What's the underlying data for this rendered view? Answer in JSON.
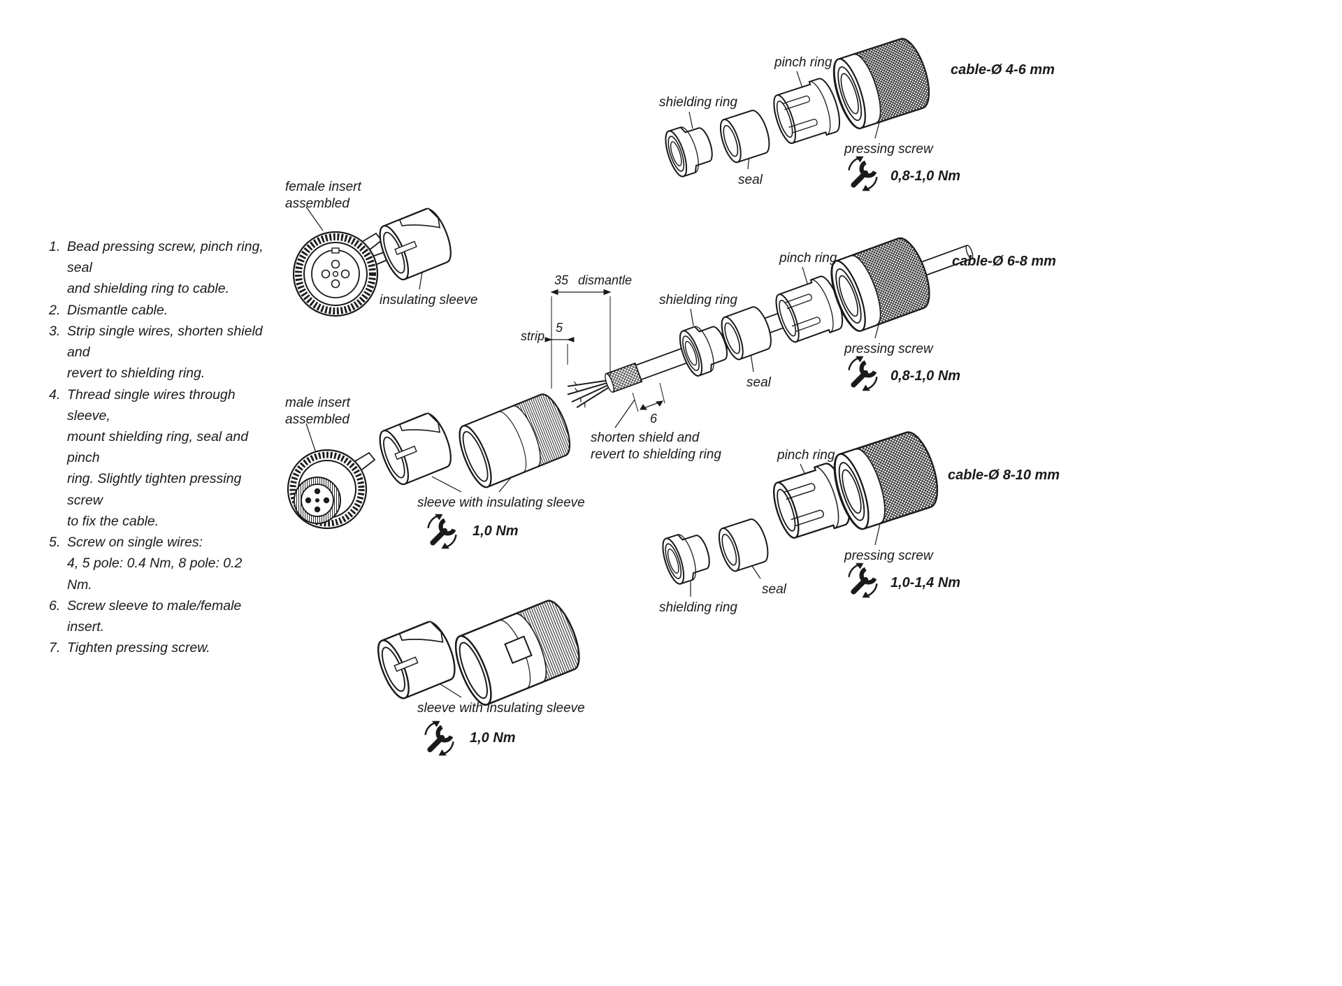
{
  "instructions": [
    {
      "num": "1.",
      "text": "Bead pressing screw, pinch ring, seal\nand shielding ring to cable."
    },
    {
      "num": "2.",
      "text": "Dismantle cable."
    },
    {
      "num": "3.",
      "text": "Strip single wires, shorten shield and\nrevert to shielding ring."
    },
    {
      "num": "4.",
      "text": "Thread single wires through sleeve,\nmount shielding ring, seal and pinch\nring. Slightly tighten pressing screw\nto fix the cable."
    },
    {
      "num": "5.",
      "text": "Screw on single wires:\n4, 5 pole: 0.4 Nm, 8 pole: 0.2 Nm."
    },
    {
      "num": "6.",
      "text": "Screw sleeve to male/female insert."
    },
    {
      "num": "7.",
      "text": "Tighten pressing screw."
    }
  ],
  "left_labels": {
    "female_insert": "female insert\nassembled",
    "insulating_sleeve": "insulating sleeve",
    "male_insert": "male insert\nassembled",
    "sleeve_top": {
      "label": "sleeve with insulating sleeve",
      "torque": "1,0 Nm"
    },
    "sleeve_bottom": {
      "label": "sleeve with insulating sleeve",
      "torque": "1,0 Nm"
    }
  },
  "dimensions": {
    "dismantle_value": "35",
    "dismantle_label": "dismantle",
    "strip_label": "strip",
    "strip_value": "5",
    "shield_value": "6",
    "shield_note": "shorten shield and\nrevert to shielding ring"
  },
  "groups": [
    {
      "cable": "cable-Ø 4-6 mm",
      "pinch_ring": "pinch ring",
      "shielding_ring": "shielding ring",
      "seal": "seal",
      "pressing_screw": "pressing screw",
      "torque": "0,8-1,0 Nm"
    },
    {
      "cable": "cable-Ø 6-8 mm",
      "pinch_ring": "pinch ring",
      "shielding_ring": "shielding ring",
      "seal": "seal",
      "pressing_screw": "pressing screw",
      "torque": "0,8-1,0 Nm"
    },
    {
      "cable": "cable-Ø 8-10 mm",
      "pinch_ring": "pinch ring",
      "shielding_ring": "shielding ring",
      "seal": "seal",
      "pressing_screw": "pressing screw",
      "torque": "1,0-1,4 Nm"
    }
  ],
  "colors": {
    "line": "#1a1a1a",
    "background": "#ffffff"
  }
}
